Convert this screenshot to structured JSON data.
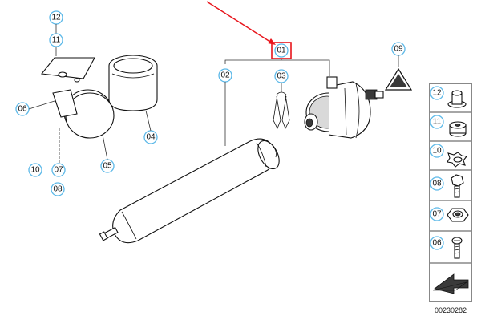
{
  "callouts": {
    "c01": "01",
    "c02": "02",
    "c03": "03",
    "c04": "04",
    "c05": "05",
    "c06": "06",
    "c07": "07",
    "c08": "08",
    "c09": "09",
    "c10": "10",
    "c11": "11",
    "c12": "12"
  },
  "side_panel": {
    "items": [
      "12",
      "11",
      "10",
      "08",
      "07",
      "06"
    ]
  },
  "diagram_code": "00230282",
  "warning_label": "",
  "colors": {
    "callout_ring": "#5bb8e8",
    "highlight_box": "#e8141b",
    "arrow": "#e8141b"
  }
}
